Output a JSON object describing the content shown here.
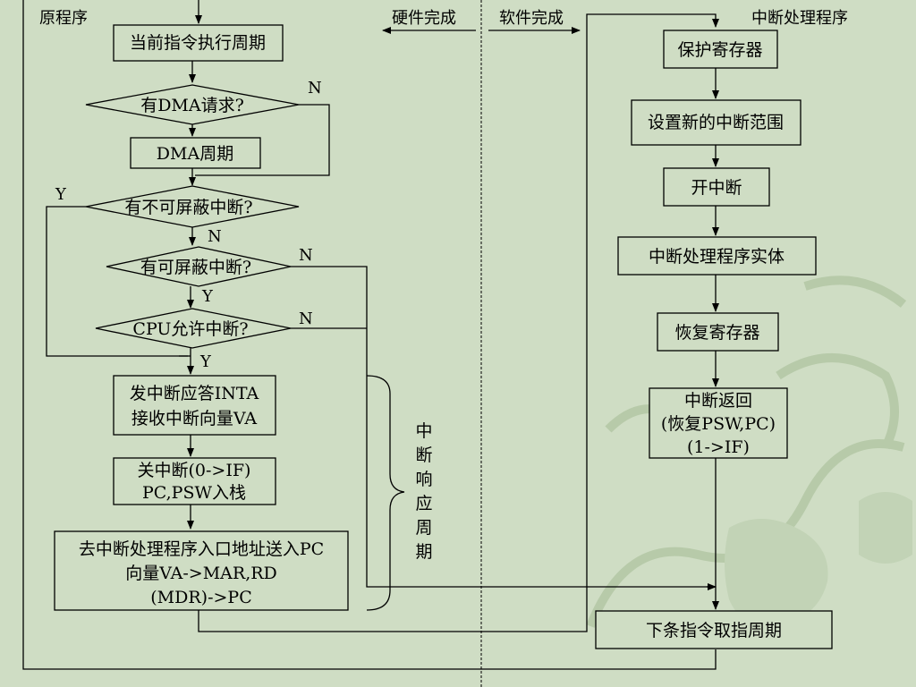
{
  "headers": {
    "original_program": "原程序",
    "hardware_done": "硬件完成",
    "software_done": "软件完成",
    "isr_title": "中断处理程序"
  },
  "left_flow": {
    "current_cycle": "当前指令执行周期",
    "dma_request": "有DMA请求?",
    "dma_cycle": "DMA周期",
    "nmi": "有不可屏蔽中断?",
    "maskable": "有可屏蔽中断?",
    "cpu_allow": "CPU允许中断?",
    "ack_line1": "发中断应答INTA",
    "ack_line2": "接收中断向量VA",
    "close_line1": "关中断(0->IF)",
    "close_line2": "PC,PSW入栈",
    "goto_line1": "去中断处理程序入口地址送入PC",
    "goto_line2": "向量VA->MAR,RD",
    "goto_line3": "(MDR)->PC"
  },
  "branch_labels": {
    "n_dma": "N",
    "y_nmi": "Y",
    "n_nmi": "N",
    "n_maskable": "N",
    "y_maskable": "Y",
    "n_cpu": "N",
    "y_cpu": "Y"
  },
  "brace_label": [
    "中",
    "断",
    "响",
    "应",
    "周",
    "期"
  ],
  "right_flow": {
    "save_regs": "保护寄存器",
    "set_range": "设置新的中断范围",
    "enable_int": "开中断",
    "isr_body": "中断处理程序实体",
    "restore_regs": "恢复寄存器",
    "ret_line1": "中断返回",
    "ret_line2": "(恢复PSW,PC)",
    "ret_line3": "(1->IF)",
    "next_fetch": "下条指令取指周期"
  }
}
